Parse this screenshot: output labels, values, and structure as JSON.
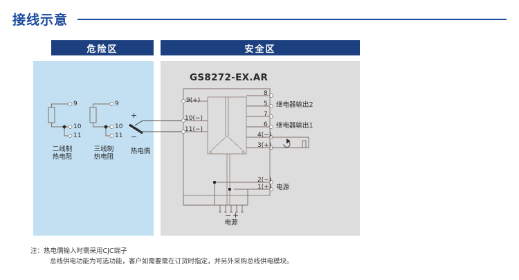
{
  "title": "接线示意",
  "zones": {
    "hazard": {
      "header": "危险区"
    },
    "safe": {
      "header": "安全区"
    }
  },
  "model": "GS8272-EX.AR",
  "field_devices": [
    {
      "id": "rtd2",
      "name_line1": "二线制",
      "name_line2": "热电阻",
      "terminals": [
        "9",
        "10",
        "11"
      ]
    },
    {
      "id": "rtd3",
      "name_line1": "三线制",
      "name_line2": "热电阻",
      "terminals": [
        "9",
        "10",
        "11"
      ]
    },
    {
      "id": "tc",
      "name_line1": "热电偶",
      "name_line2": "",
      "plus": "+",
      "minus": "−"
    }
  ],
  "input_terminals": [
    {
      "label": "9(+)"
    },
    {
      "label": "10(−)"
    },
    {
      "label": "11(−)"
    }
  ],
  "output_terminals": [
    {
      "label": "8",
      "desc": ""
    },
    {
      "label": "5",
      "desc": "继电器输出2"
    },
    {
      "label": "7",
      "desc": ""
    },
    {
      "label": "6",
      "desc": "继电器输出1"
    },
    {
      "label": "4(−)",
      "desc": ""
    },
    {
      "label": "3(+)",
      "desc": ""
    }
  ],
  "power_terminals": [
    {
      "label": "2(−)"
    },
    {
      "label": "1(+)"
    }
  ],
  "power_label": "电源",
  "bus_power": {
    "minus": "−",
    "plus": "+",
    "label": "电源"
  },
  "notes": {
    "line1": "注：热电偶输入时需采用CJC端子",
    "line2": "总线供电功能为可选功能，客户如需要需在订货时指定，并另外采购总线供电模块。"
  },
  "colors": {
    "brand_blue": "#1b4a9c",
    "header_blue": "#1c3f7f",
    "hazard_panel": "#c3e0f2",
    "safe_panel": "#dddddd",
    "line": "#7d7068"
  }
}
